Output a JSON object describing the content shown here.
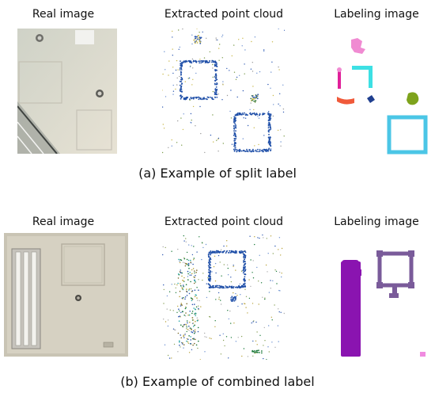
{
  "row_a": {
    "real_label": "Real image",
    "cloud_label": "Extracted point cloud",
    "labeling_label": "Labeling image",
    "caption": "(a) Example of split label"
  },
  "row_b": {
    "real_label": "Real image",
    "cloud_label": "Extracted point cloud",
    "labeling_label": "Labeling image",
    "caption": "(b) Example of combined label"
  },
  "colors": {
    "ceiling": "#e2ddd0",
    "cloud_blue": "#1f4fa8",
    "split_pink": "#f08bd2",
    "split_cyan": "#3de0e4",
    "split_magenta": "#e0209a",
    "split_orange": "#f05a3a",
    "split_navy": "#1f3f8f",
    "split_olive": "#7ea31c",
    "split_sky": "#4bc6e6",
    "combined_purple": "#8a14b0",
    "combined_violet": "#7a5b9a",
    "combined_pink": "#f08be0"
  }
}
